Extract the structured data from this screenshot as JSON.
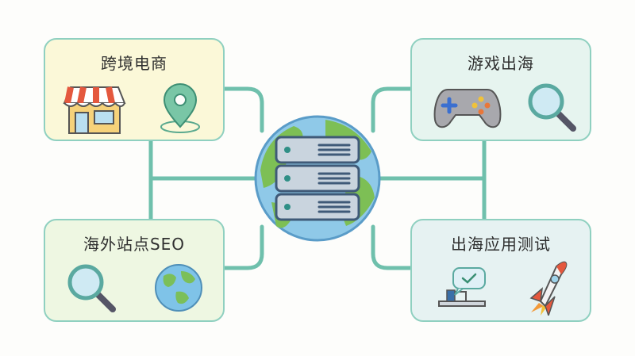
{
  "cards": {
    "top_left": {
      "title": "跨境电商",
      "icons": [
        "storefront-icon",
        "location-pin-icon"
      ]
    },
    "top_right": {
      "title": "游戏出海",
      "icons": [
        "game-controller-icon",
        "magnifier-icon"
      ]
    },
    "bottom_left": {
      "title": "海外站点SEO",
      "icons": [
        "magnifier-icon",
        "globe-icon"
      ]
    },
    "bottom_right": {
      "title": "出海应用测试",
      "icons": [
        "laptop-chat-icon",
        "rocket-icon"
      ]
    }
  },
  "center": {
    "icon": "server-globe-icon"
  },
  "colors": {
    "connector": "#6fc0ac",
    "card_border": "#8fd0c0"
  }
}
